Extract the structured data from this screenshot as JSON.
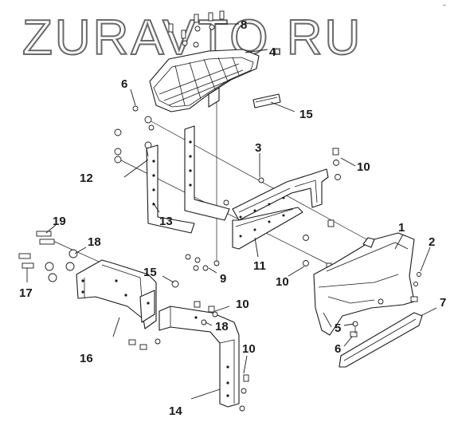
{
  "watermark": "ZURAVTO.RU",
  "corner_mark": "~",
  "callouts": {
    "c1": "1",
    "c2": "2",
    "c3": "3",
    "c4": "4",
    "c5": "5",
    "c6a": "6",
    "c6b": "6",
    "c7": "7",
    "c8": "8",
    "c9": "9",
    "c10a": "10",
    "c10b": "10",
    "c10c": "10",
    "c10d": "10",
    "c11": "11",
    "c12": "12",
    "c13": "13",
    "c14": "14",
    "c15a": "15",
    "c15b": "15",
    "c16": "16",
    "c17": "17",
    "c18a": "18",
    "c18b": "18",
    "c19": "19"
  }
}
